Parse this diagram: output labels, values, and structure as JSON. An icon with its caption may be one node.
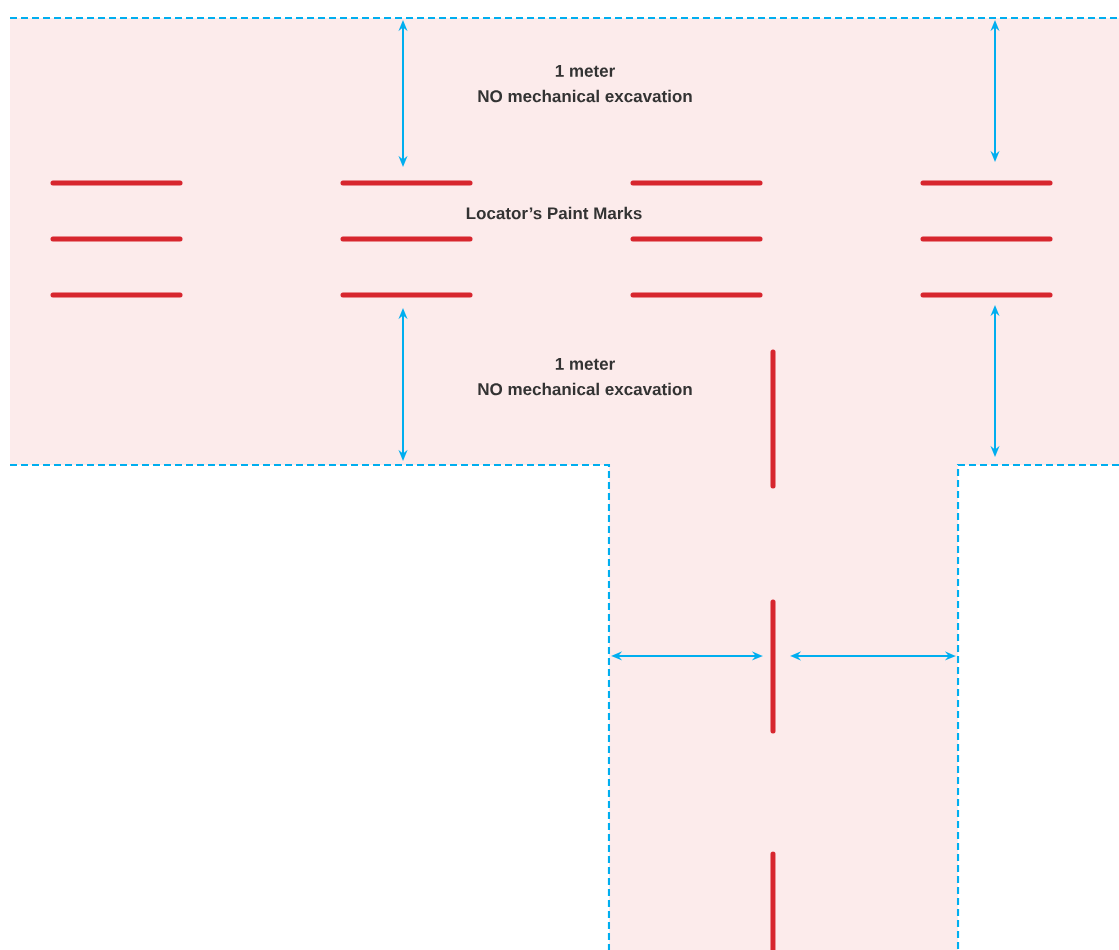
{
  "diagram": {
    "labels": [
      "1 meter",
      "NO mechanical excavation",
      "Locator’s Paint Marks",
      "1 meter",
      "NO mechanical excavation"
    ]
  }
}
